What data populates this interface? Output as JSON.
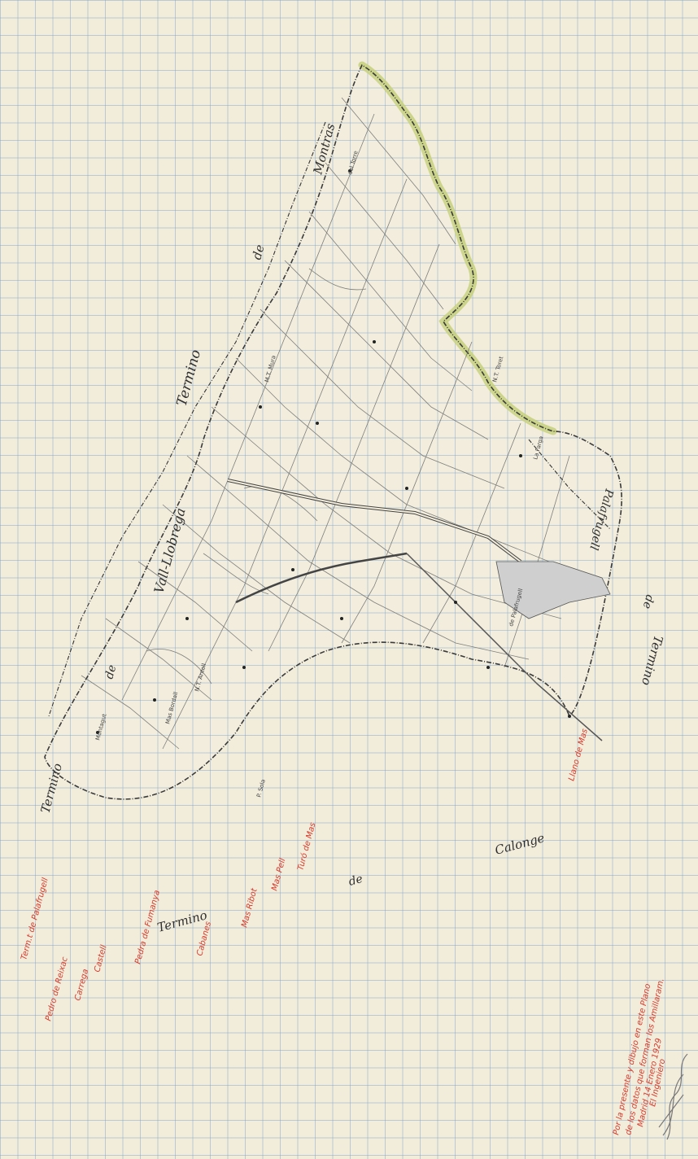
{
  "region_labels": {
    "termino_top": "Termino",
    "de_top": "de",
    "montras": "Montras",
    "vall_llobrega": "Vall-Llobrega",
    "de_left": "de",
    "termino_left": "Termino",
    "termino_bottom": "Termino",
    "de_bottom": "de",
    "calonge": "Calonge",
    "palafrugell": "Palafrugell",
    "de_right": "de",
    "termino_right": "Termino"
  },
  "red_labels": {
    "term_palafrugell": "Term.t de Palafrugell",
    "pedro_de_reixac": "Pedro de Reixac",
    "carrega": "Carrega",
    "castell": "Castell",
    "pedra_de_fumanya": "Pedra de Fumanya",
    "cabanes": "Cabanes",
    "mas_ribot": "Mas Ribot",
    "mas_pell": "Mas Pell",
    "turo_de_mas": "Turó de Mas",
    "llano_de_mas": "Llano de Mas"
  },
  "place_labels": {
    "montaga": "Montagut",
    "ntantoll": "N.T. Antoll",
    "mas_bordall": "Mas Bordall",
    "p_sola": "P. Sola",
    "de_palafrugell": "de Palafrugell",
    "mas_de_mura": "M.T. Mura",
    "del_torre": "del Torre",
    "la_farga": "La Farga",
    "n_toret": "N.T. Toret"
  },
  "note_lines": [
    "Por la presente y dibujo en este Plano",
    "de los datos que forman los Amillaram.",
    "Madrid 14 Enero 1929",
    "El Ingeniero"
  ],
  "signature_label": "signature",
  "colors": {
    "boundary": "#3a3a3a",
    "coast": "#c6d07a",
    "red": "#d93a2a",
    "grid": "#78a0c8",
    "paper": "#f2ecdb"
  }
}
